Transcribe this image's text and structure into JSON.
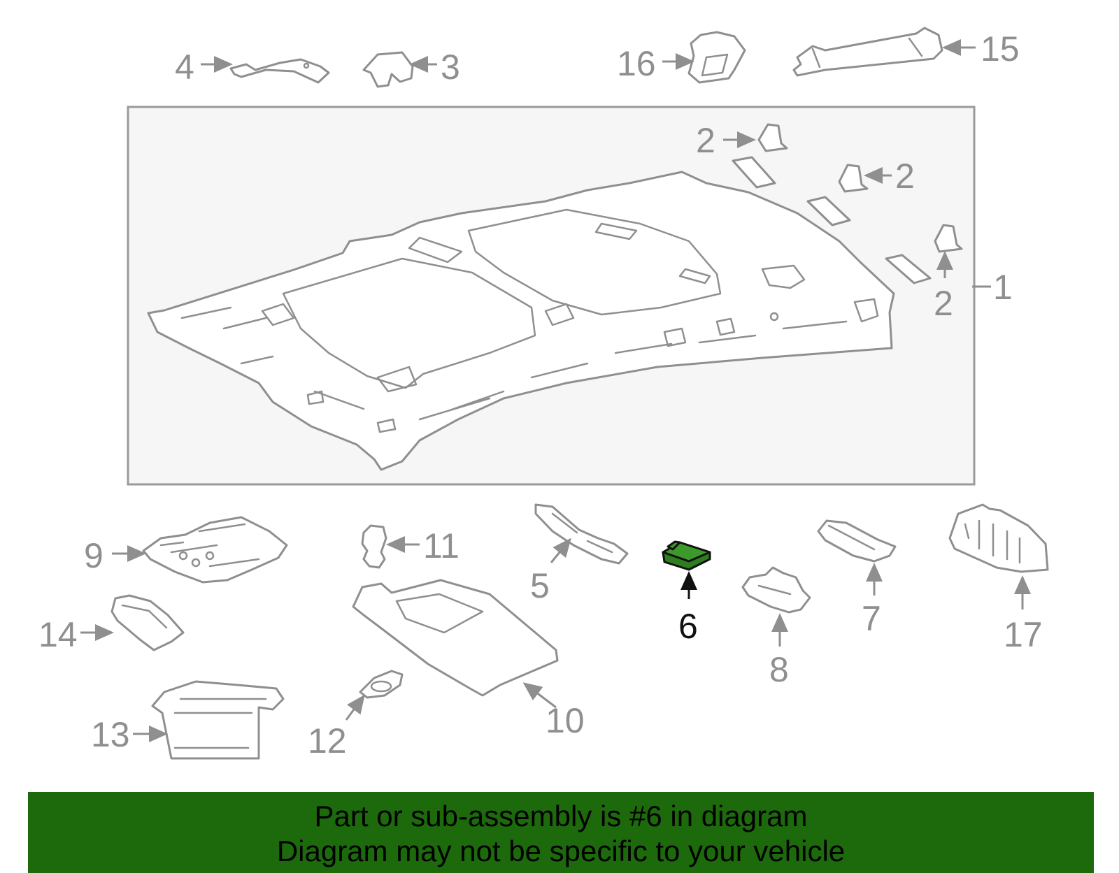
{
  "colors": {
    "line": "#8f8f8f",
    "highlight_fill": "#2e7d1e",
    "banner_bg": "#1c6a0c",
    "frame_bg": "#f6f6f6"
  },
  "callouts": {
    "c1": "1",
    "c2a": "2",
    "c2b": "2",
    "c2c": "2",
    "c3": "3",
    "c4": "4",
    "c5": "5",
    "c6": "6",
    "c7": "7",
    "c8": "8",
    "c9": "9",
    "c10": "10",
    "c11": "11",
    "c12": "12",
    "c13": "13",
    "c14": "14",
    "c15": "15",
    "c16": "16",
    "c17": "17"
  },
  "highlighted_part": "6",
  "banner": {
    "line1": "Part or sub-assembly is #6 in diagram",
    "line2": "Diagram may not be specific to your vehicle"
  }
}
